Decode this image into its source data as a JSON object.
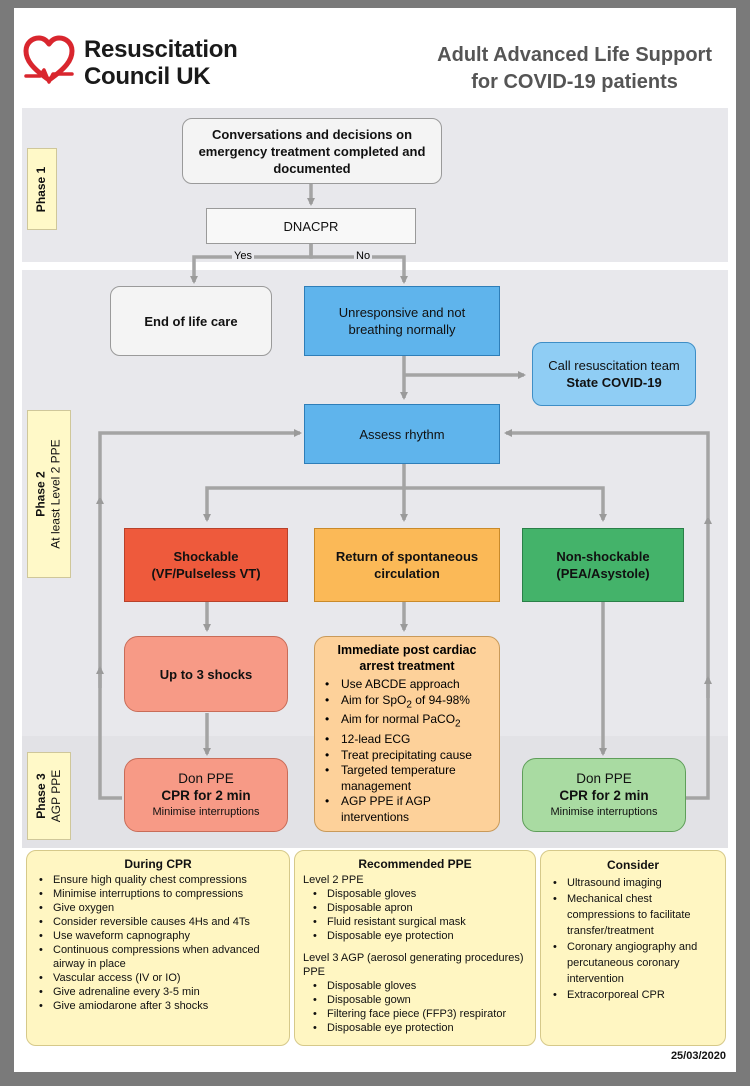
{
  "header": {
    "logo_line1": "Resuscitation",
    "logo_line2": "Council UK",
    "title_line1": "Adult Advanced Life Support",
    "title_line2": "for COVID-19 patients"
  },
  "phases": {
    "phase1": "Phase 1",
    "phase2_line1": "Phase 2",
    "phase2_line2": "At least Level 2 PPE",
    "phase3_line1": "Phase 3",
    "phase3_line2": "AGP PPE"
  },
  "nodes": {
    "conversations": "Conversations and decisions on emergency treatment completed and documented",
    "dnacpr": "DNACPR",
    "yes": "Yes",
    "no": "No",
    "end_of_life": "End of life care",
    "unresponsive": "Unresponsive and not breathing normally",
    "call_team_line1": "Call resuscitation team",
    "call_team_line2": "State COVID-19",
    "assess_rhythm": "Assess rhythm",
    "shockable_line1": "Shockable",
    "shockable_line2": "(VF/Pulseless VT)",
    "rosc_line1": "Return of spontaneous",
    "rosc_line2": "circulation",
    "nonshock_line1": "Non-shockable",
    "nonshock_line2": "(PEA/Asystole)",
    "shocks": "Up to 3 shocks",
    "don_left_line1": "Don PPE",
    "don_left_line2": "CPR for 2 min",
    "don_left_line3": "Minimise interruptions",
    "don_right_line1": "Don PPE",
    "don_right_line2": "CPR for 2 min",
    "don_right_line3": "Minimise interruptions"
  },
  "post_arrest": {
    "title": "Immediate post cardiac arrest treatment",
    "items": {
      "i0": "Use ABCDE approach",
      "i1_pre": "Aim for SpO",
      "i1_sub": "2",
      "i1_post": " of 94-98%",
      "i2_pre": "Aim for normal PaCO",
      "i2_sub": "2",
      "i3": "12-lead ECG",
      "i4": "Treat precipitating cause",
      "i5": "Targeted temperature management",
      "i6": "AGP PPE if AGP interventions"
    }
  },
  "during_cpr": {
    "title": "During CPR",
    "items": [
      "Ensure high quality chest compressions",
      "Minimise interruptions to compressions",
      "Give oxygen",
      "Consider reversible causes 4Hs and 4Ts",
      "Use waveform capnography",
      "Continuous compressions when advanced airway in place",
      "Vascular access (IV or IO)",
      "Give adrenaline every 3-5 min",
      "Give amiodarone after 3 shocks"
    ]
  },
  "ppe": {
    "title": "Recommended PPE",
    "level2_heading": "Level 2 PPE",
    "level2_items": [
      "Disposable gloves",
      "Disposable apron",
      "Fluid resistant surgical mask",
      "Disposable eye protection"
    ],
    "level3_heading": "Level 3 AGP (aerosol generating procedures) PPE",
    "level3_items": [
      "Disposable gloves",
      "Disposable gown",
      "Filtering face piece (FFP3) respirator",
      "Disposable eye protection"
    ]
  },
  "consider": {
    "title": "Consider",
    "items": [
      "Ultrasound imaging",
      "Mechanical chest compressions to facilitate transfer/treatment",
      "Coronary angiography and percutaneous coronary intervention",
      "Extracorporeal CPR"
    ]
  },
  "footer": {
    "date": "25/03/2020"
  },
  "colors": {
    "brand_red": "#d9262e",
    "shockable": "#ee5a3c",
    "rosc": "#fbb957",
    "non_shockable": "#44b36a",
    "assess": "#5fb4ec",
    "note_yellow": "#fff6c2"
  },
  "icons": {
    "logo": "heart-pulse-icon"
  }
}
